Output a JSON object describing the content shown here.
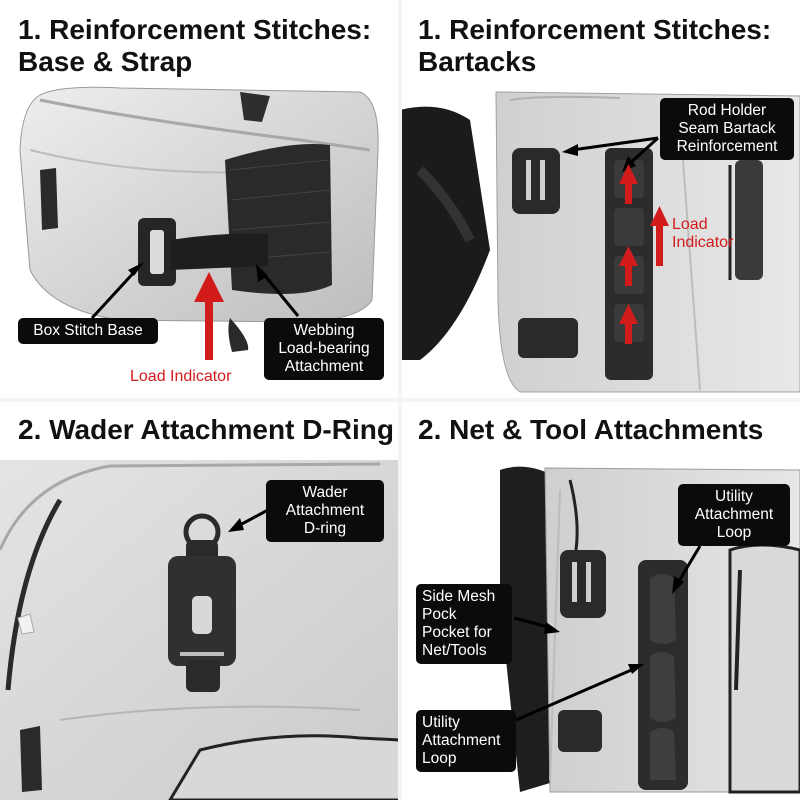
{
  "panels": {
    "p1": {
      "title": "1. Reinforcement Stitches:\nBase & Strap",
      "callout_box_stitch": "Box Stitch Base",
      "callout_webbing": "Webbing\nLoad-bearing\nAttachment",
      "load_indicator": "Load Indicator"
    },
    "p2": {
      "title": "1. Reinforcement Stitches:\nBartacks",
      "callout_rod": "Rod Holder\nSeam Bartack\nReinforcement",
      "load_indicator": "Load\nIndicator"
    },
    "p3": {
      "title": "2. Wader Attachment D-Ring",
      "callout_dring": "Wader\nAttachment\nD-ring"
    },
    "p4": {
      "title": "2. Net & Tool Attachments",
      "callout_utility_top": "Utility\nAttachment\nLoop",
      "callout_side_mesh": "Side Mesh\nPock\nPocket for\nNet/Tools",
      "callout_utility_bottom": "Utility\nAttachment\nLoop"
    }
  },
  "colors": {
    "bag_fabric": "#dcdcdc",
    "bag_shadow": "#b5b5b5",
    "strap_black": "#1e1e1e",
    "callout_bg": "#0b0b0b",
    "indicator_red": "#d21c1c"
  }
}
